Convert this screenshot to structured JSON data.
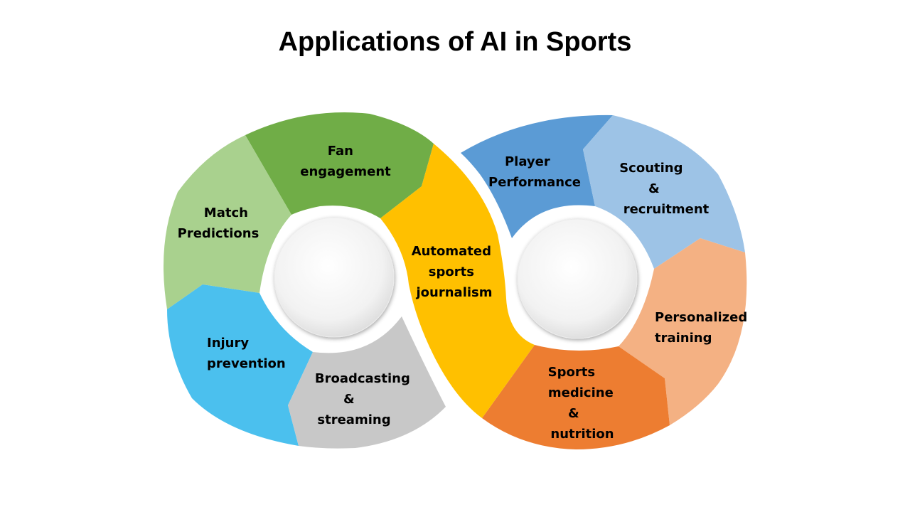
{
  "title": "Applications of AI in Sports",
  "left_ring": [
    {
      "lines": [
        "Fan",
        "engagement"
      ],
      "color": "#70AD47"
    },
    {
      "lines": [
        "Match",
        "Predictions"
      ],
      "color": "#A9D18E"
    },
    {
      "lines": [
        "Injury",
        "prevention"
      ],
      "color": "#4BC0EE"
    },
    {
      "lines": [
        "Broadcasting",
        "&",
        "streaming"
      ],
      "color": "#C8C8C8"
    }
  ],
  "center": {
    "lines": [
      "Automated",
      "sports",
      "journalism"
    ],
    "color": "#FFC000"
  },
  "right_ring": [
    {
      "lines": [
        "Player",
        "Performance"
      ],
      "color": "#5B9BD5"
    },
    {
      "lines": [
        "Scouting",
        "&",
        "recruitment"
      ],
      "color": "#9DC3E6"
    },
    {
      "lines": [
        "Personalized",
        "training"
      ],
      "color": "#F4B183"
    },
    {
      "lines": [
        "Sports",
        "medicine",
        "&",
        "nutrition"
      ],
      "color": "#ED7D31"
    }
  ]
}
